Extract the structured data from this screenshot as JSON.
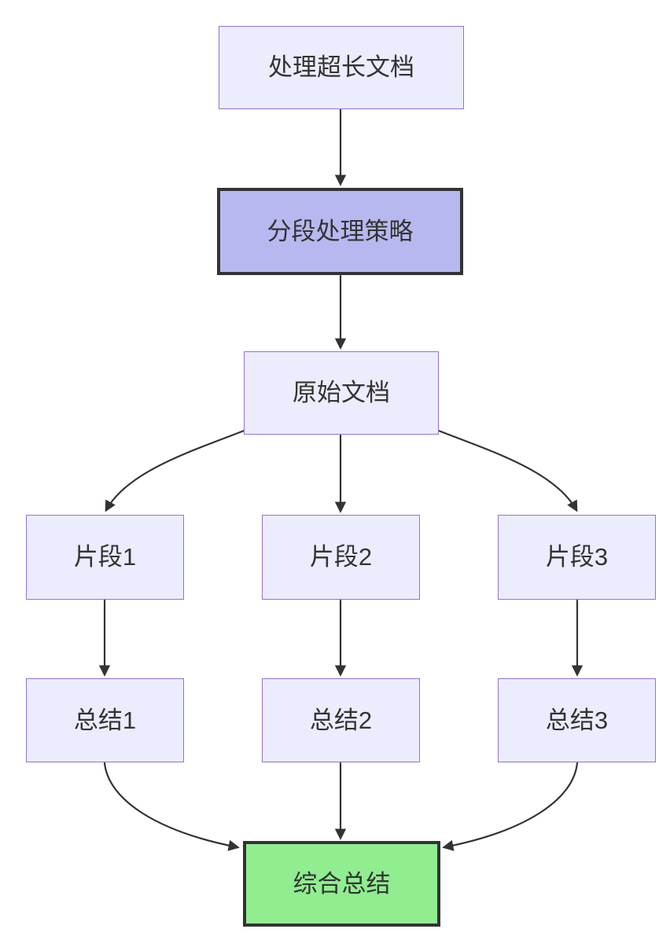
{
  "diagram": {
    "type": "flowchart",
    "direction": "top-down",
    "nodes": {
      "process_long_doc": {
        "label": "处理超长文档",
        "style": "default"
      },
      "segment_strategy": {
        "label": "分段处理策略",
        "style": "highlight"
      },
      "original_doc": {
        "label": "原始文档",
        "style": "default"
      },
      "fragment_1": {
        "label": "片段1",
        "style": "default"
      },
      "fragment_2": {
        "label": "片段2",
        "style": "default"
      },
      "fragment_3": {
        "label": "片段3",
        "style": "default"
      },
      "summary_1": {
        "label": "总结1",
        "style": "default"
      },
      "summary_2": {
        "label": "总结2",
        "style": "default"
      },
      "summary_3": {
        "label": "总结3",
        "style": "default"
      },
      "combined_summary": {
        "label": "综合总结",
        "style": "result"
      }
    },
    "edges": [
      {
        "from": "process_long_doc",
        "to": "segment_strategy"
      },
      {
        "from": "segment_strategy",
        "to": "original_doc"
      },
      {
        "from": "original_doc",
        "to": "fragment_1"
      },
      {
        "from": "original_doc",
        "to": "fragment_2"
      },
      {
        "from": "original_doc",
        "to": "fragment_3"
      },
      {
        "from": "fragment_1",
        "to": "summary_1"
      },
      {
        "from": "fragment_2",
        "to": "summary_2"
      },
      {
        "from": "fragment_3",
        "to": "summary_3"
      },
      {
        "from": "summary_1",
        "to": "combined_summary"
      },
      {
        "from": "summary_2",
        "to": "combined_summary"
      },
      {
        "from": "summary_3",
        "to": "combined_summary"
      }
    ],
    "colors": {
      "background": "#FFFFFF",
      "node_fill": "#ECECFF",
      "node_border": "#9370DB",
      "highlight_fill": "#B8B8F0",
      "highlight_border": "#333333",
      "result_fill": "#90EE90",
      "result_border": "#333333",
      "edge": "#333333",
      "text": "#333333"
    }
  }
}
